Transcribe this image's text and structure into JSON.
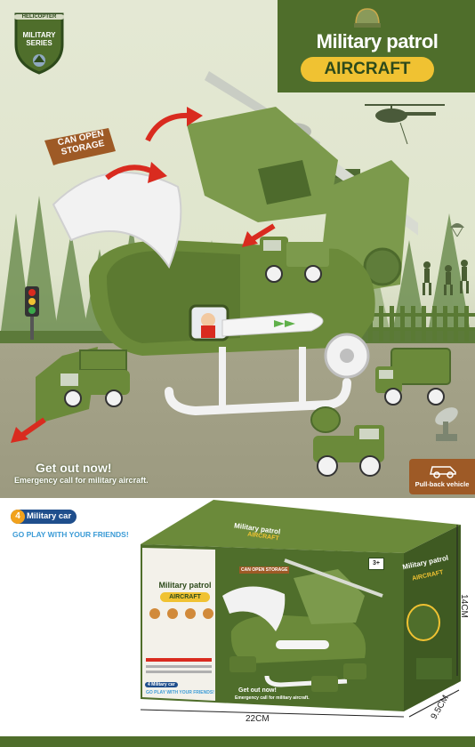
{
  "badge": {
    "top": "HELICOPTER",
    "middle": "MILITARY SERIES"
  },
  "title": {
    "main": "Military patrol",
    "sub": "AIRCRAFT"
  },
  "callout": "CAN OPEN STORAGE",
  "tagline": {
    "headline": "Get out now!",
    "subline": "Emergency call for military aircraft."
  },
  "pullback": "Pull-back vehicle",
  "feature": {
    "number": "4",
    "label": "Military car",
    "slogan": "GO PLAY WITH YOUR FRIENDS!"
  },
  "box": {
    "title": "Military patrol",
    "sub": "AIRCRAFT",
    "storage": "CAN OPEN STORAGE",
    "age": "3+",
    "military_car": "4 Military car",
    "slogan": "GO PLAY WITH YOUR FRIENDS!",
    "getout": "Get out now!",
    "emergency": "Emergency call for military aircraft."
  },
  "dimensions": {
    "width": "22CM",
    "depth": "9.5CM",
    "height": "14CM"
  },
  "colors": {
    "army_green": "#4f6e2b",
    "olive": "#6b8a3a",
    "yellow": "#f0c232",
    "brown": "#9e5a26",
    "blue": "#1f4e8c",
    "red": "#d92b1f"
  }
}
